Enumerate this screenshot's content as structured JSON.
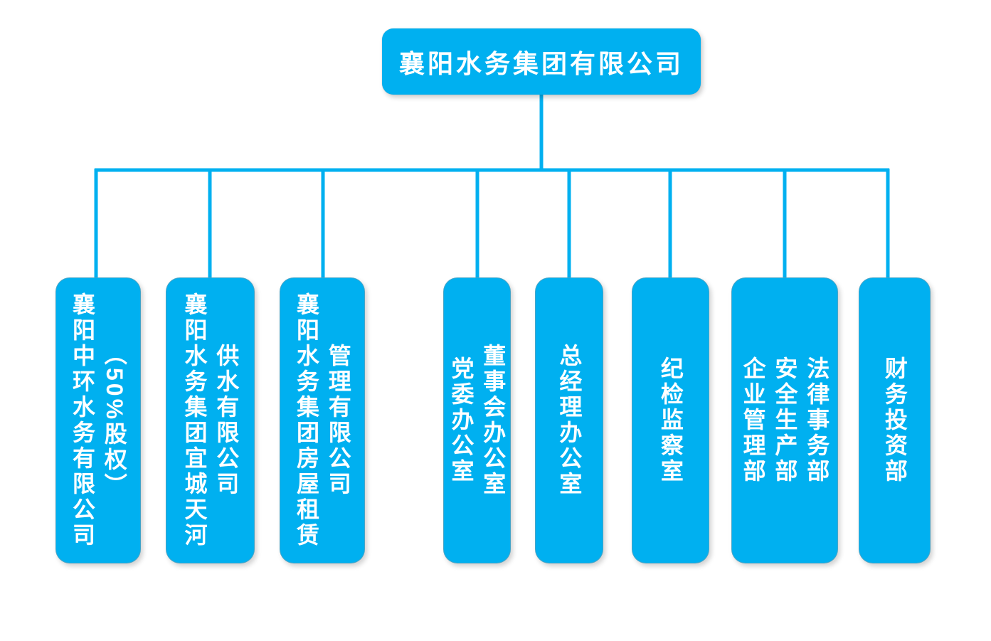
{
  "org_chart": {
    "root": {
      "label": "襄阳水务集团有限公司"
    },
    "children": [
      {
        "columns": [
          "襄阳中环水务有限公司",
          "（50%股权）"
        ]
      },
      {
        "columns": [
          "襄阳水务集团宜城天河",
          "供水有限公司"
        ]
      },
      {
        "columns": [
          "襄阳水务集团房屋租赁",
          "管理有限公司"
        ]
      },
      {
        "columns": [
          "党委办公室",
          "董事会办公室"
        ]
      },
      {
        "columns": [
          "总经理办公室"
        ]
      },
      {
        "columns": [
          "纪检监察室"
        ]
      },
      {
        "columns": [
          "企业管理部",
          "安全生产部",
          "法律事务部"
        ]
      },
      {
        "columns": [
          "财务投资部"
        ]
      }
    ],
    "colors": {
      "node_fill": "#00b0f0",
      "connector": "#00b0f0",
      "text": "#ffffff",
      "background": "#ffffff"
    }
  }
}
